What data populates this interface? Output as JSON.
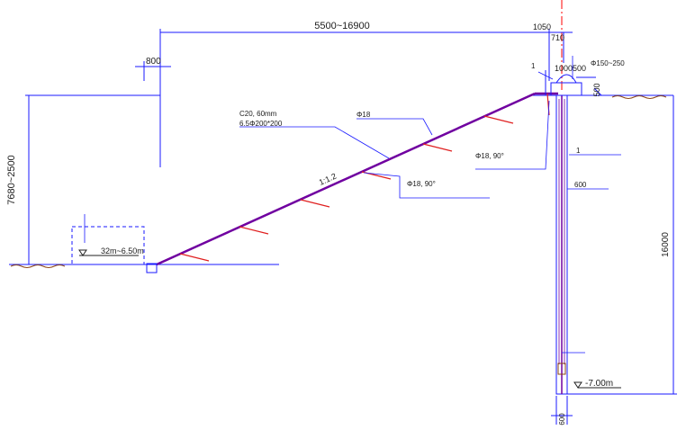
{
  "colors": {
    "dim": "#1a1aff",
    "slope": "#7000a0",
    "nail": "#e02020",
    "axis": "#ff0000",
    "ground": "#8b4513",
    "text": "#202020"
  },
  "dims": {
    "top_range": "5500~16900",
    "left_height": "7680~2500",
    "berm": "800",
    "cap_top": "1050",
    "cap_sub": "710",
    "cap_width": "1000",
    "cap_offset": "500",
    "cap_depth": "500",
    "pile_length": "16000",
    "pile_dia": "600"
  },
  "labels": {
    "slope_ratio": "1:1.2",
    "elevation": "-7.00m",
    "water_level": "32m~6.50m",
    "slope_note_1": "C20, 60mm",
    "slope_note_2": "6.5Φ200*200",
    "nail_note": "Φ18",
    "pile_note": "Φ18, 90°",
    "nail_angle_note": "Φ18, 90°",
    "cap_note": "Φ150~250",
    "cap_tag": "1",
    "pile_note_2": "1",
    "pile_note_3": "600",
    "foot_tag": "",
    "right_tag": ""
  }
}
